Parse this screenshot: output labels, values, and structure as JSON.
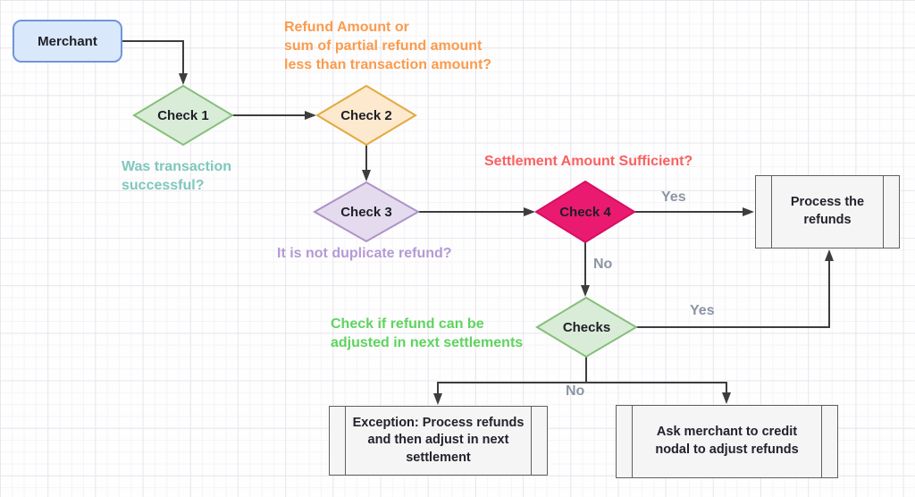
{
  "nodes": {
    "merchant": {
      "label": "Merchant",
      "fill": "#dae8fc",
      "stroke": "#6f96d8"
    },
    "check1": {
      "label": "Check 1",
      "fill": "#d9ecd8",
      "stroke": "#85bf79"
    },
    "check2": {
      "label": "Check 2",
      "fill": "#fde9cd",
      "stroke": "#e2a93f"
    },
    "check3": {
      "label": "Check 3",
      "fill": "#e4dbee",
      "stroke": "#ad93c8"
    },
    "check4": {
      "label": "Check 4",
      "fill": "#ea1a71",
      "stroke": "#d60f62"
    },
    "checks": {
      "label": "Checks",
      "fill": "#d9ecd8",
      "stroke": "#85bf79"
    },
    "process_refunds": {
      "label": "Process the refunds",
      "fill": "#f5f5f5",
      "stroke": "#5f5f5f"
    },
    "exception": {
      "label": "Exception: Process refunds and then adjust in next settlement",
      "fill": "#f5f5f5",
      "stroke": "#5f5f5f"
    },
    "ask_merchant": {
      "label": "Ask merchant to credit nodal to adjust refunds",
      "fill": "#f5f5f5",
      "stroke": "#5f5f5f"
    }
  },
  "annotations": {
    "check2_note": {
      "text": "Refund Amount or\nsum of partial refund amount\nless than transaction amount?",
      "color": "#fb9b4d"
    },
    "check1_note": {
      "text": "Was transaction\nsuccessful?",
      "color": "#7fc7bd"
    },
    "check3_note": {
      "text": "It is not duplicate refund?",
      "color": "#b49ad4"
    },
    "check4_note": {
      "text": "Settlement Amount Sufficient?",
      "color": "#f96060"
    },
    "checks_note": {
      "text": "Check if refund can be\nadjusted in next settlements",
      "color": "#5fd35f"
    }
  },
  "edge_labels": {
    "check4_yes": "Yes",
    "check4_no": "No",
    "checks_yes": "Yes",
    "checks_no": "No"
  }
}
